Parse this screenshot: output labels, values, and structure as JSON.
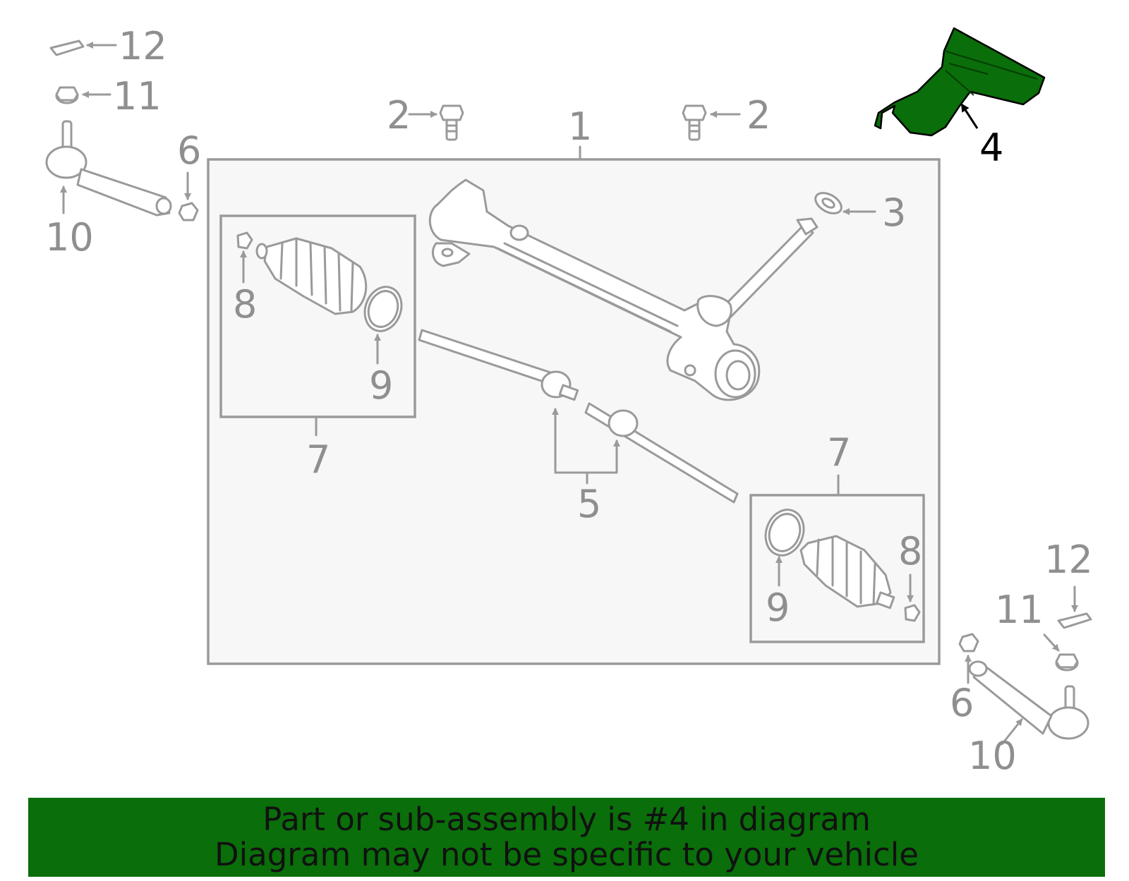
{
  "callouts": {
    "c1": "1",
    "c2a": "2",
    "c2b": "2",
    "c3": "3",
    "c4": "4",
    "c5": "5",
    "c6a": "6",
    "c6b": "6",
    "c7a": "7",
    "c7b": "7",
    "c8a": "8",
    "c8b": "8",
    "c9a": "9",
    "c9b": "9",
    "c10a": "10",
    "c10b": "10",
    "c11a": "11",
    "c11b": "11",
    "c12a": "12",
    "c12b": "12"
  },
  "banner": {
    "line1": "Part or sub-assembly is #4 in diagram",
    "line2": "Diagram may not be specific to your vehicle"
  },
  "colors": {
    "highlight": "#0a6e0a",
    "outline": "#9a9a9a",
    "panel": "#f7f7f7"
  }
}
